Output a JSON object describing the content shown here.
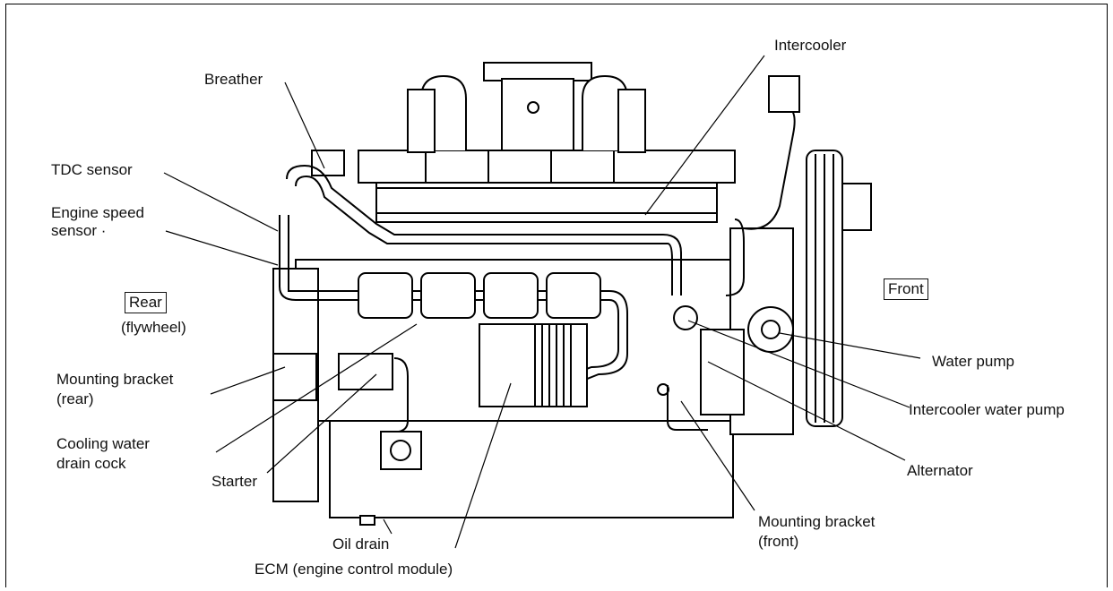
{
  "labels": {
    "intercooler": "Intercooler",
    "breather": "Breather",
    "tdc_sensor": "TDC sensor",
    "engine_speed_sensor_1": "Engine speed",
    "engine_speed_sensor_2": "sensor ·",
    "rear": "Rear",
    "flywheel": "(flywheel)",
    "front": "Front",
    "water_pump": "Water pump",
    "intercooler_water_pump": "Intercooler water pump",
    "mounting_bracket_rear_1": "Mounting bracket",
    "mounting_bracket_rear_2": "(rear)",
    "cooling_water_drain_cock_1": "Cooling water",
    "cooling_water_drain_cock_2": "drain cock",
    "starter": "Starter",
    "alternator": "Alternator",
    "mounting_bracket_front_1": "Mounting bracket",
    "mounting_bracket_front_2": "(front)",
    "oil_drain": "Oil drain",
    "ecm": "ECM (engine control module)"
  }
}
